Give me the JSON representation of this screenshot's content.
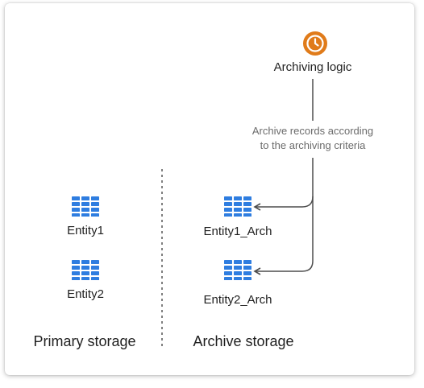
{
  "logic": {
    "label": "Archiving logic",
    "icon": "clock-icon",
    "icon_color": "#e07b1a"
  },
  "annotation": {
    "line1": "Archive records according",
    "line2": "to the archiving criteria"
  },
  "primary": {
    "title": "Primary storage",
    "entities": [
      {
        "label": "Entity1",
        "icon": "table-icon"
      },
      {
        "label": "Entity2",
        "icon": "table-icon"
      }
    ]
  },
  "archive": {
    "title": "Archive storage",
    "entities": [
      {
        "label": "Entity1_Arch",
        "icon": "table-icon"
      },
      {
        "label": "Entity2_Arch",
        "icon": "table-icon"
      }
    ]
  },
  "colors": {
    "table_blue": "#2e7de0",
    "connector": "#4d4d4d",
    "divider": "#555555"
  }
}
